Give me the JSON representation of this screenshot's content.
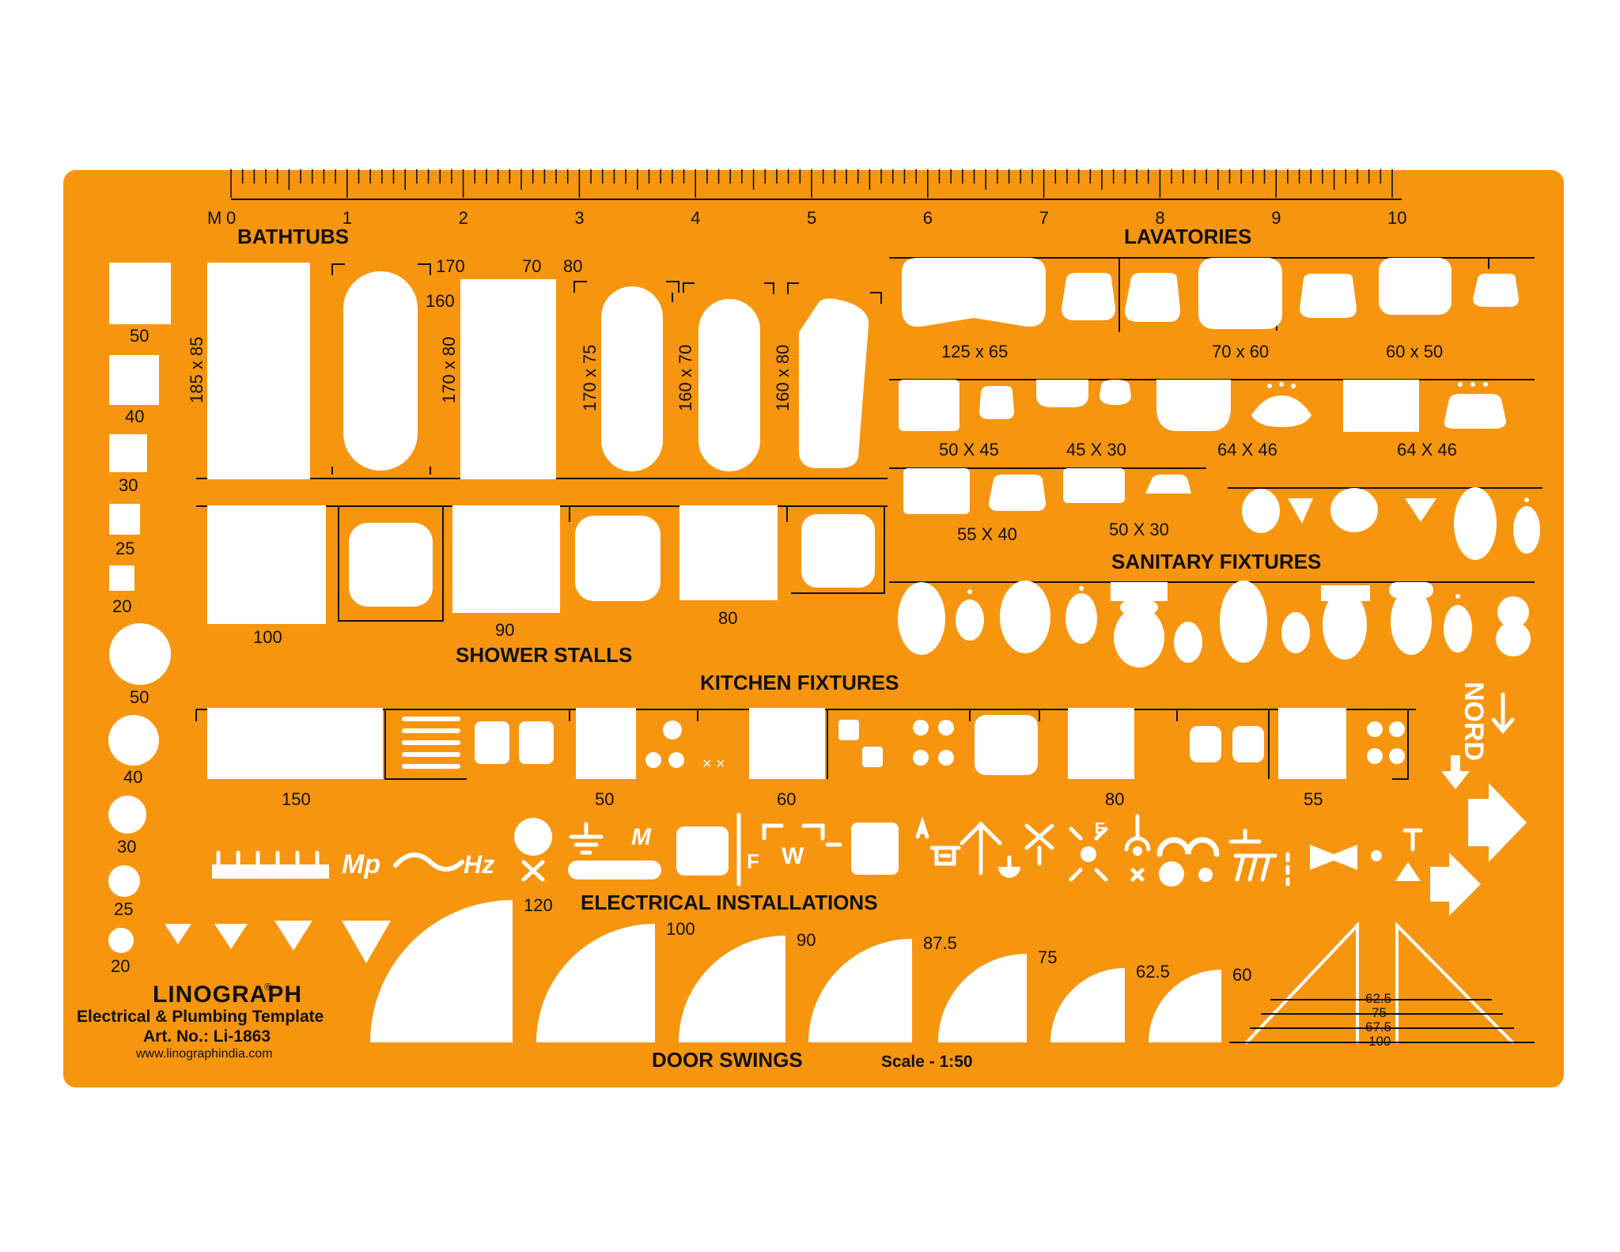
{
  "colors": {
    "plate": "#f7950f",
    "cutout": "#ffffff",
    "ink": "#111111"
  },
  "ruler": {
    "unit": "M",
    "numbers": [
      "0",
      "1",
      "2",
      "3",
      "4",
      "5",
      "6",
      "7",
      "8",
      "9",
      "10"
    ]
  },
  "bathtubs": {
    "title": "BATHTUBS",
    "dims": [
      "185 x 85",
      "170 x 80",
      "170 x 75",
      "160 x 70",
      "160 x 80"
    ],
    "marks": {
      "m170": "170",
      "m160": "160",
      "m70": "70",
      "m80": "80"
    }
  },
  "lavatories": {
    "title": "LAVATORIES",
    "row1": [
      "125 x 65",
      "70 x 60",
      "60 x 50"
    ],
    "row2": [
      "50 X 45",
      "45 X 30",
      "64 X 46",
      "64 X 46"
    ],
    "row3": [
      "55 X 40",
      "50 X 30"
    ]
  },
  "sanitary": {
    "title": "SANITARY FIXTURES"
  },
  "squares": [
    "50",
    "40",
    "30",
    "25",
    "20"
  ],
  "circles": [
    "50",
    "40",
    "30",
    "25",
    "20"
  ],
  "shower": {
    "title": "SHOWER STALLS",
    "sizes": [
      "100",
      "90",
      "80"
    ]
  },
  "kitchen": {
    "title": "KITCHEN FIXTURES",
    "sizes": [
      "150",
      "50",
      "60",
      "80",
      "55"
    ]
  },
  "electrical": {
    "title": "ELECTRICAL INSTALLATIONS",
    "mp": "Mp",
    "hz": "Hz",
    "m": "M",
    "f": "F",
    "w": "W",
    "e": "E"
  },
  "north": "NORD",
  "doors": {
    "title": "DOOR SWINGS",
    "sizes": [
      "120",
      "100",
      "90",
      "87.5",
      "75",
      "62.5",
      "60"
    ]
  },
  "stair": [
    "62.5",
    "75",
    "67.5",
    "100"
  ],
  "scale": "Scale - 1:50",
  "brand": {
    "logo": "LINOGRAPH",
    "reg": "®",
    "product": "Electrical & Plumbing Template",
    "art": "Art. No.: Li-1863",
    "url": "www.linographindia.com"
  }
}
